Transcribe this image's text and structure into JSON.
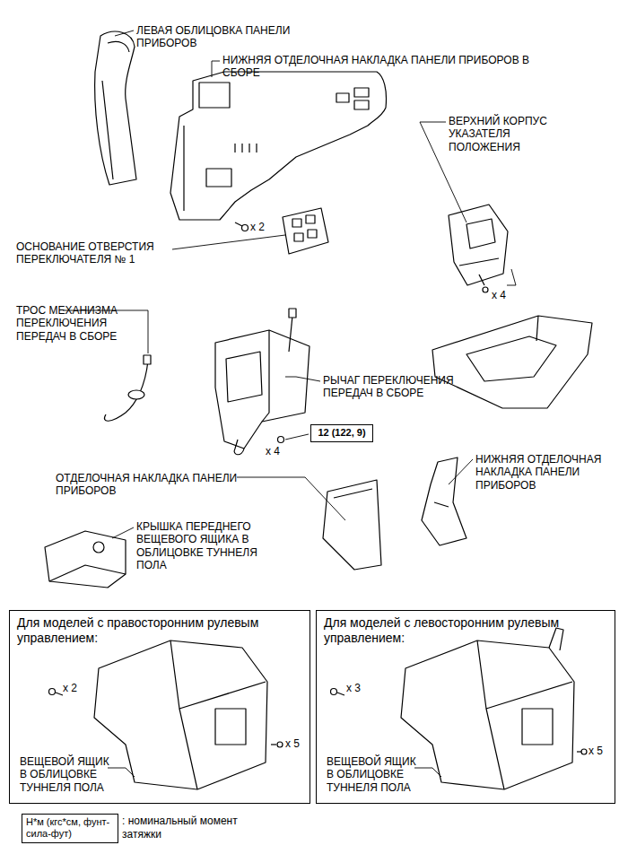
{
  "diagram": {
    "nodes": [
      {
        "text": [
          "Для моделей с правосторонним рулевым управлением:"
        ]
      },
      {
        "text": [
          "Для моделей с левосторонним рулевым управлением:"
        ]
      },
      {
        "text": [
          "12 (122, 9)"
        ]
      },
      {
        "text": [
          "Н*м (кгс*см, фунт-сила-фут)"
        ]
      }
    ],
    "labels": [
      "ЛЕВАЯ ОБЛИЦОВКА ПАНЕЛИ ПРИБОРОВ",
      "НИЖНЯЯ ОТДЕЛОЧНАЯ НАКЛАДКА ПАНЕЛИ ПРИБОРОВ В СБОРЕ",
      "ВЕРХНИЙ КОРПУС УКАЗАТЕЛЯ ПОЛОЖЕНИЯ",
      "x 2",
      "ОСНОВАНИЕ ОТВЕРСТИЯ ПЕРЕКЛЮЧАТЕЛЯ № 1",
      "x 4",
      "ТРОС МЕХАНИЗМА ПЕРЕКЛЮЧЕНИЯ ПЕРЕДАЧ В СБОРЕ",
      "РЫЧАГ ПЕРЕКЛЮЧЕНИЯ ПЕРЕДАЧ В СБОРЕ",
      "x 4",
      "ОТДЕЛОЧНАЯ НАКЛАДКА ПАНЕЛИ ПРИБОРОВ",
      "НИЖНЯЯ ОТДЕЛОЧНАЯ НАКЛАДКА ПАНЕЛИ ПРИБОРОВ",
      "КРЫШКА ПЕРЕДНЕГО ВЕЩЕВОГО ЯЩИКА В ОБЛИЦОВКЕ ТУННЕЛЯ ПОЛА",
      "x 2",
      "x 5",
      "ВЕЩЕВОЙ ЯЩИК В ОБЛИЦОВКЕ ТУННЕЛЯ ПОЛА",
      "x 3",
      "x 5",
      "ВЕЩЕВОЙ ЯЩИК В ОБЛИЦОВКЕ ТУННЕЛЯ ПОЛА"
    ],
    "legend": [
      {
        "text": ": номинальный момент затяжки"
      }
    ]
  }
}
